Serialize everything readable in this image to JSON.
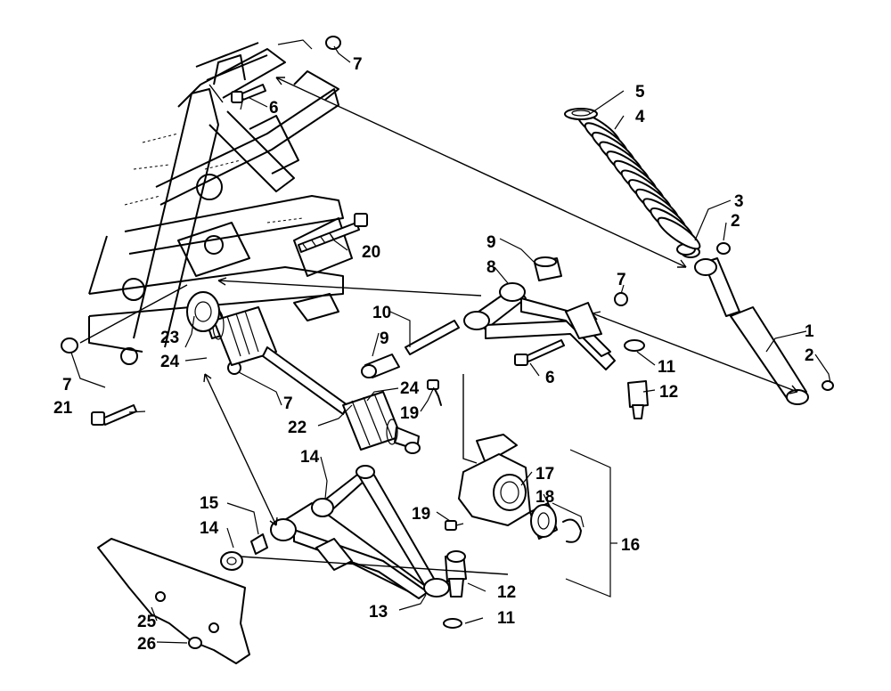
{
  "diagram": {
    "callouts": [
      {
        "id": "c1",
        "label": "1"
      },
      {
        "id": "c2a",
        "label": "2"
      },
      {
        "id": "c2b",
        "label": "2"
      },
      {
        "id": "c3",
        "label": "3"
      },
      {
        "id": "c4",
        "label": "4"
      },
      {
        "id": "c5",
        "label": "5"
      },
      {
        "id": "c6a",
        "label": "6"
      },
      {
        "id": "c6b",
        "label": "6"
      },
      {
        "id": "c7a",
        "label": "7"
      },
      {
        "id": "c7b",
        "label": "7"
      },
      {
        "id": "c7c",
        "label": "7"
      },
      {
        "id": "c7d",
        "label": "7"
      },
      {
        "id": "c8",
        "label": "8"
      },
      {
        "id": "c9a",
        "label": "9"
      },
      {
        "id": "c9b",
        "label": "9"
      },
      {
        "id": "c10",
        "label": "10"
      },
      {
        "id": "c11a",
        "label": "11"
      },
      {
        "id": "c11b",
        "label": "11"
      },
      {
        "id": "c12a",
        "label": "12"
      },
      {
        "id": "c12b",
        "label": "12"
      },
      {
        "id": "c13",
        "label": "13"
      },
      {
        "id": "c14a",
        "label": "14"
      },
      {
        "id": "c14b",
        "label": "14"
      },
      {
        "id": "c15",
        "label": "15"
      },
      {
        "id": "c16",
        "label": "16"
      },
      {
        "id": "c17",
        "label": "17"
      },
      {
        "id": "c18",
        "label": "18"
      },
      {
        "id": "c19a",
        "label": "19"
      },
      {
        "id": "c19b",
        "label": "19"
      },
      {
        "id": "c20",
        "label": "20"
      },
      {
        "id": "c21",
        "label": "21"
      },
      {
        "id": "c22",
        "label": "22"
      },
      {
        "id": "c23",
        "label": "23"
      },
      {
        "id": "c24a",
        "label": "24"
      },
      {
        "id": "c24b",
        "label": "24"
      },
      {
        "id": "c25",
        "label": "25"
      },
      {
        "id": "c26",
        "label": "26"
      }
    ]
  }
}
